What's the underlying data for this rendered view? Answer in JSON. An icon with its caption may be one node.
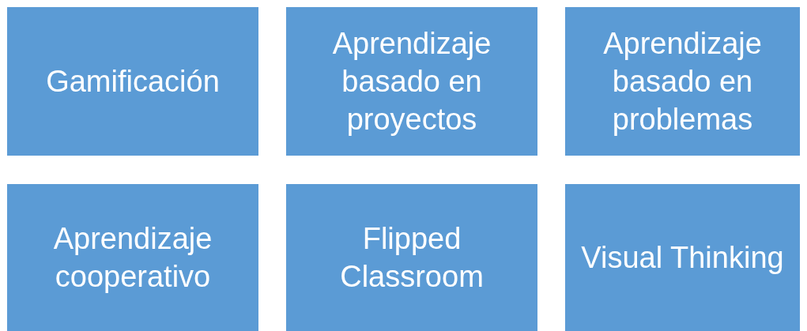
{
  "diagram": {
    "nodes": [
      {
        "text": [
          "Gamificación"
        ]
      },
      {
        "text": [
          "Aprendizaje basado en proyectos"
        ]
      },
      {
        "text": [
          "Aprendizaje basado en problemas"
        ]
      },
      {
        "text": [
          "Aprendizaje cooperativo"
        ]
      },
      {
        "text": [
          "Flipped Classroom"
        ]
      },
      {
        "text": [
          "Visual Thinking"
        ]
      }
    ]
  }
}
